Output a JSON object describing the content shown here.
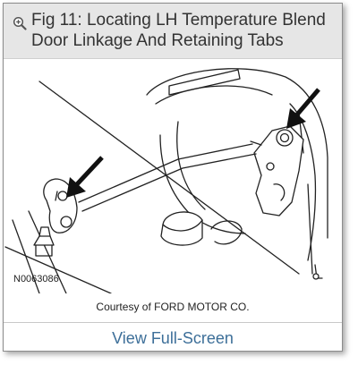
{
  "header": {
    "title": "Fig 11: Locating LH Temperature Blend Door Linkage And Retaining Tabs",
    "zoom_icon": "magnify-plus-icon"
  },
  "figure": {
    "code": "N0063086",
    "caption": "Courtesy of FORD MOTOR CO."
  },
  "footer": {
    "link_label": "View Full-Screen",
    "link_color": "#3d6f99"
  }
}
